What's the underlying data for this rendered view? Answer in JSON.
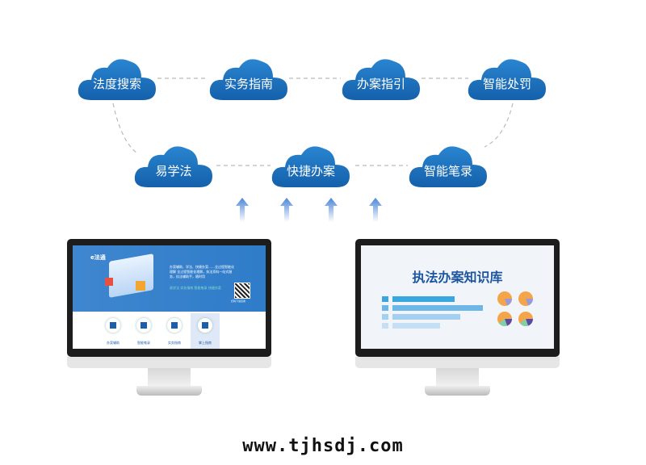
{
  "clouds_row1": [
    "法度搜索",
    "实务指南",
    "办案指引",
    "智能处罚"
  ],
  "clouds_row2": [
    "易学法",
    "快捷办案",
    "智能笔录"
  ],
  "colors": {
    "cloud": "#1a6db8",
    "accent": "#1e5ea8"
  },
  "left_screen": {
    "logo": "e法通",
    "intro": "办案辅助、学法、快捷办案……全过程智能化理解 全过程智能化理解，执法资料一站式服务，执法辅助手，随时用",
    "tags": "易学法  实务指南  智能笔录  快捷办案",
    "qr_caption": "扫码下载应用",
    "nav": [
      "办案辅助",
      "智能笔录",
      "实务指南",
      "掌上指南"
    ]
  },
  "right_screen": {
    "title": "执法办案知识库",
    "bars": [
      0.55,
      0.8,
      0.6,
      0.42
    ]
  },
  "footer": "www.tjhsdj.com"
}
